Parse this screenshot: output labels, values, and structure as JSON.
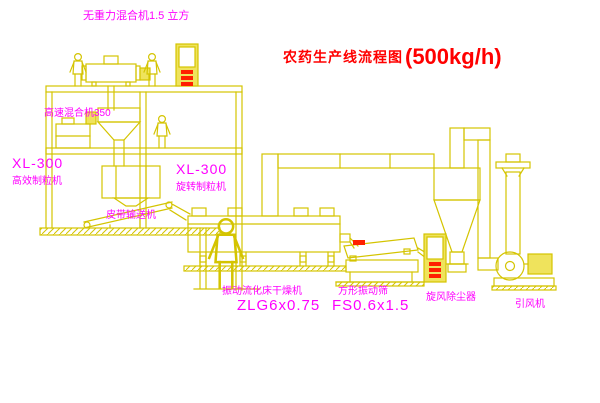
{
  "title": {
    "text": "农药生产线流程图",
    "capacity": "(500kg/h)"
  },
  "labels": {
    "gravity_mixer": "无重力混合机1.5 立方",
    "high_speed_mixer": "高速混合机350",
    "granulator_left_model": "XL-300",
    "granulator_left_name": "高效制粒机",
    "granulator_right_model": "XL-300",
    "granulator_right_name": "旋转制粒机",
    "belt_conveyor": "皮带输送机",
    "dryer_name": "振动流化床干燥机",
    "dryer_model": "ZLG6x0.75",
    "screen_name": "方形振动筛",
    "screen_model": "FS0.6x1.5",
    "dust_collector": "旋风除尘器",
    "induced_fan": "引风机"
  },
  "colors": {
    "line": "#d4c400",
    "label_magenta": "#ff00ff",
    "title_red": "#ff0000",
    "sticker_red": "#ff2000",
    "background": "#ffffff"
  }
}
